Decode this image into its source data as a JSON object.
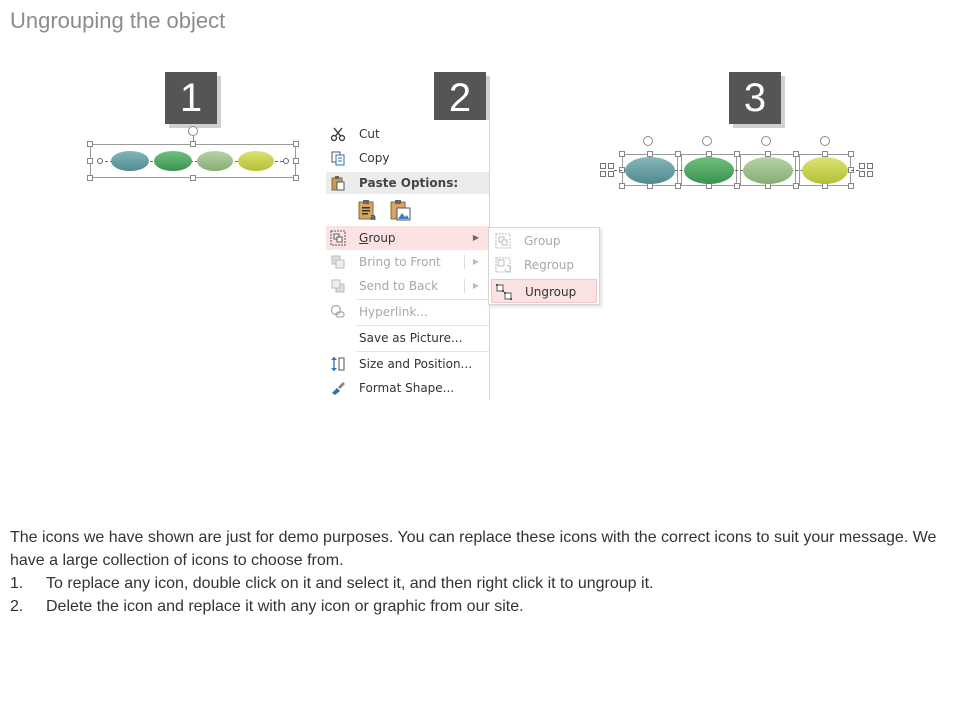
{
  "title": "Ungrouping the object",
  "steps": [
    "1",
    "2",
    "3"
  ],
  "colors": {
    "oval_teal": "#6b9fa3",
    "oval_green": "#4da860",
    "oval_sage": "#9dbf8a",
    "oval_lime": "#c9d44a",
    "badge": "#555555",
    "highlight": "#fbe3e3"
  },
  "context_menu": {
    "items": [
      {
        "label": "Cut",
        "icon": "scissors-icon",
        "disabled": false
      },
      {
        "label": "Copy",
        "icon": "copy-icon",
        "disabled": false
      },
      {
        "label": "Paste Options:",
        "icon": "paste-icon",
        "header": true
      },
      {
        "label": "Group",
        "icon": "group-icon",
        "disabled": false,
        "highlighted": true,
        "submenu": true
      },
      {
        "label": "Bring to Front",
        "icon": "bring-front-icon",
        "disabled": true,
        "submenu": true
      },
      {
        "label": "Send to Back",
        "icon": "send-back-icon",
        "disabled": true,
        "submenu": true
      },
      {
        "label": "Hyperlink...",
        "icon": "hyperlink-icon",
        "disabled": true
      },
      {
        "label": "Save as Picture...",
        "icon": "",
        "disabled": false
      },
      {
        "label": "Size and Position...",
        "icon": "size-position-icon",
        "disabled": false
      },
      {
        "label": "Format Shape...",
        "icon": "format-shape-icon",
        "disabled": false
      }
    ],
    "paste_icons": [
      "paste-keep-text-icon",
      "paste-picture-icon"
    ]
  },
  "submenu": {
    "items": [
      {
        "label": "Group",
        "icon": "group-icon",
        "disabled": true
      },
      {
        "label": "Regroup",
        "icon": "regroup-icon",
        "disabled": true
      },
      {
        "label": "Ungroup",
        "icon": "ungroup-icon",
        "disabled": false,
        "highlighted": true
      }
    ]
  },
  "description": {
    "intro": "The icons we have shown are just for demo purposes. You can replace these icons with the correct icons to suit your message. We have a large collection of icons to choose from.",
    "steps": [
      {
        "num": "1.",
        "text": "To replace any icon, double click on it and select it, and then right click it to ungroup it."
      },
      {
        "num": "2.",
        "text": "Delete the icon and replace it with any icon or graphic from our site."
      }
    ]
  }
}
